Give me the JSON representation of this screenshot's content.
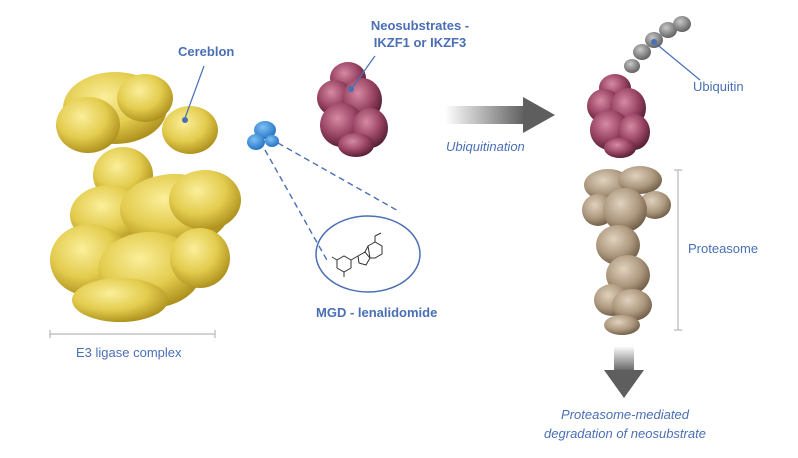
{
  "labels": {
    "cereblon": "Cereblon",
    "neosubstrates_line1": "Neosubstrates -",
    "neosubstrates_line2": "IKZF1 or IKZF3",
    "ubiquitin": "Ubiquitin",
    "ubiquitination": "Ubiquitination",
    "proteasome": "Proteasome",
    "mgd": "MGD - lenalidomide",
    "e3_ligase": "E3 ligase complex",
    "degradation_line1": "Proteasome-mediated",
    "degradation_line2": "degradation of neosubstrate"
  },
  "colors": {
    "label_blue": "#4a6fb5",
    "e3_yellow": "#e8d35a",
    "e3_shadow": "#b89a1e",
    "neosubstrate_pink": "#a8506e",
    "neosubstrate_shadow": "#5c1f36",
    "ubiquitin_gray": "#8a8a8a",
    "proteasome_tan": "#b8a48c",
    "proteasome_shadow": "#6e5a44",
    "mgd_blue": "#3f8fd8",
    "bracket_gray": "#b8b8b8",
    "arrow_gray": "#6a6a6a"
  },
  "icons": {
    "lenalidomide_structure": "lenalidomide-structure-icon"
  }
}
